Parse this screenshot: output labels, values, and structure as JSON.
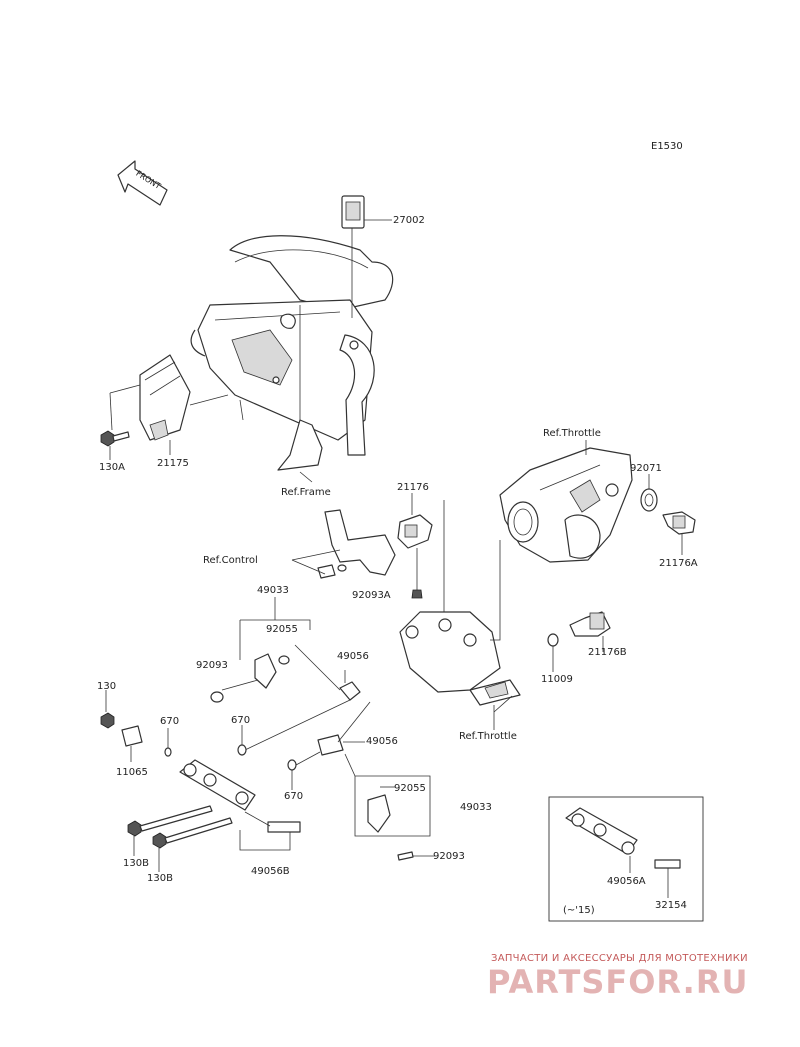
{
  "diagram_id": "E1530",
  "front_marker": "FRONT",
  "inset_note": "(~'15)",
  "labels": {
    "p27002": "27002",
    "p130A": "130A",
    "p21175": "21175",
    "ref_frame": "Ref.Frame",
    "ref_throttle_top": "Ref.Throttle",
    "p92071": "92071",
    "p21176A": "21176A",
    "p21176": "21176",
    "ref_control": "Ref.Control",
    "p92093A": "92093A",
    "p49033_top": "49033",
    "p92055_top": "92055",
    "p92093_top": "92093",
    "p49056_top": "49056",
    "p21176B": "21176B",
    "p11009": "11009",
    "ref_throttle_bottom": "Ref.Throttle",
    "p130": "130",
    "p670_a": "670",
    "p670_b": "670",
    "p11065": "11065",
    "p49056_mid": "49056",
    "p670_c": "670",
    "p92055_bottom": "92055",
    "p49033_bottom": "49033",
    "p92093_bottom": "92093",
    "p130B_a": "130B",
    "p130B_b": "130B",
    "p49056B": "49056B",
    "p49056A": "49056A",
    "p32154": "32154"
  },
  "watermark": {
    "tagline": "ЗАПЧАСТИ И АКСЕССУАРЫ ДЛЯ МОТОТЕХНИКИ",
    "logo": "PARTSFOR.RU"
  }
}
